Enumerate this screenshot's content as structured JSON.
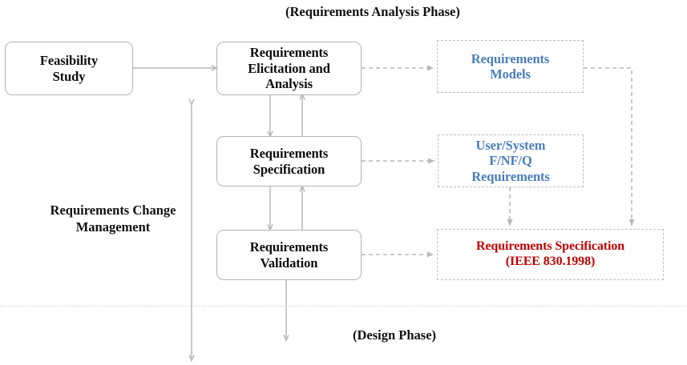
{
  "diagram": {
    "title_top": "(Requirements Analysis Phase)",
    "title_bottom": "(Design Phase)",
    "side_label": {
      "line1": "Requirements",
      "line2": "Change",
      "line3": "Management"
    },
    "colors": {
      "process_text": "#0d0d0d",
      "process_border": "#b4b4b4",
      "artifact_blue": "#4a7ebb",
      "artifact_red": "#c30000",
      "connector": "#bfbfbf",
      "background": "#ffffff"
    },
    "process_nodes": [
      {
        "id": "feasibility-study",
        "lines": [
          "Feasibility",
          "Study"
        ]
      },
      {
        "id": "requirements-elicitation-and-analysis",
        "lines": [
          "Requirements",
          "Elicitation and",
          "Analysis"
        ]
      },
      {
        "id": "requirements-specification",
        "lines": [
          "Requirements",
          "Specification"
        ]
      },
      {
        "id": "requirements-validation",
        "lines": [
          "Requirements",
          "Validation"
        ]
      }
    ],
    "artifact_nodes": [
      {
        "id": "requirements-models",
        "lines": [
          "Requirements",
          "Models"
        ],
        "color": "blue"
      },
      {
        "id": "user-system-fnfq-requirements",
        "lines": [
          "User/System",
          "F/NF/Q",
          "Requirements"
        ],
        "color": "blue"
      },
      {
        "id": "requirements-specification-ieee",
        "lines": [
          "Requirements Specification",
          "(IEEE 830.1998)"
        ],
        "color": "red"
      }
    ]
  }
}
